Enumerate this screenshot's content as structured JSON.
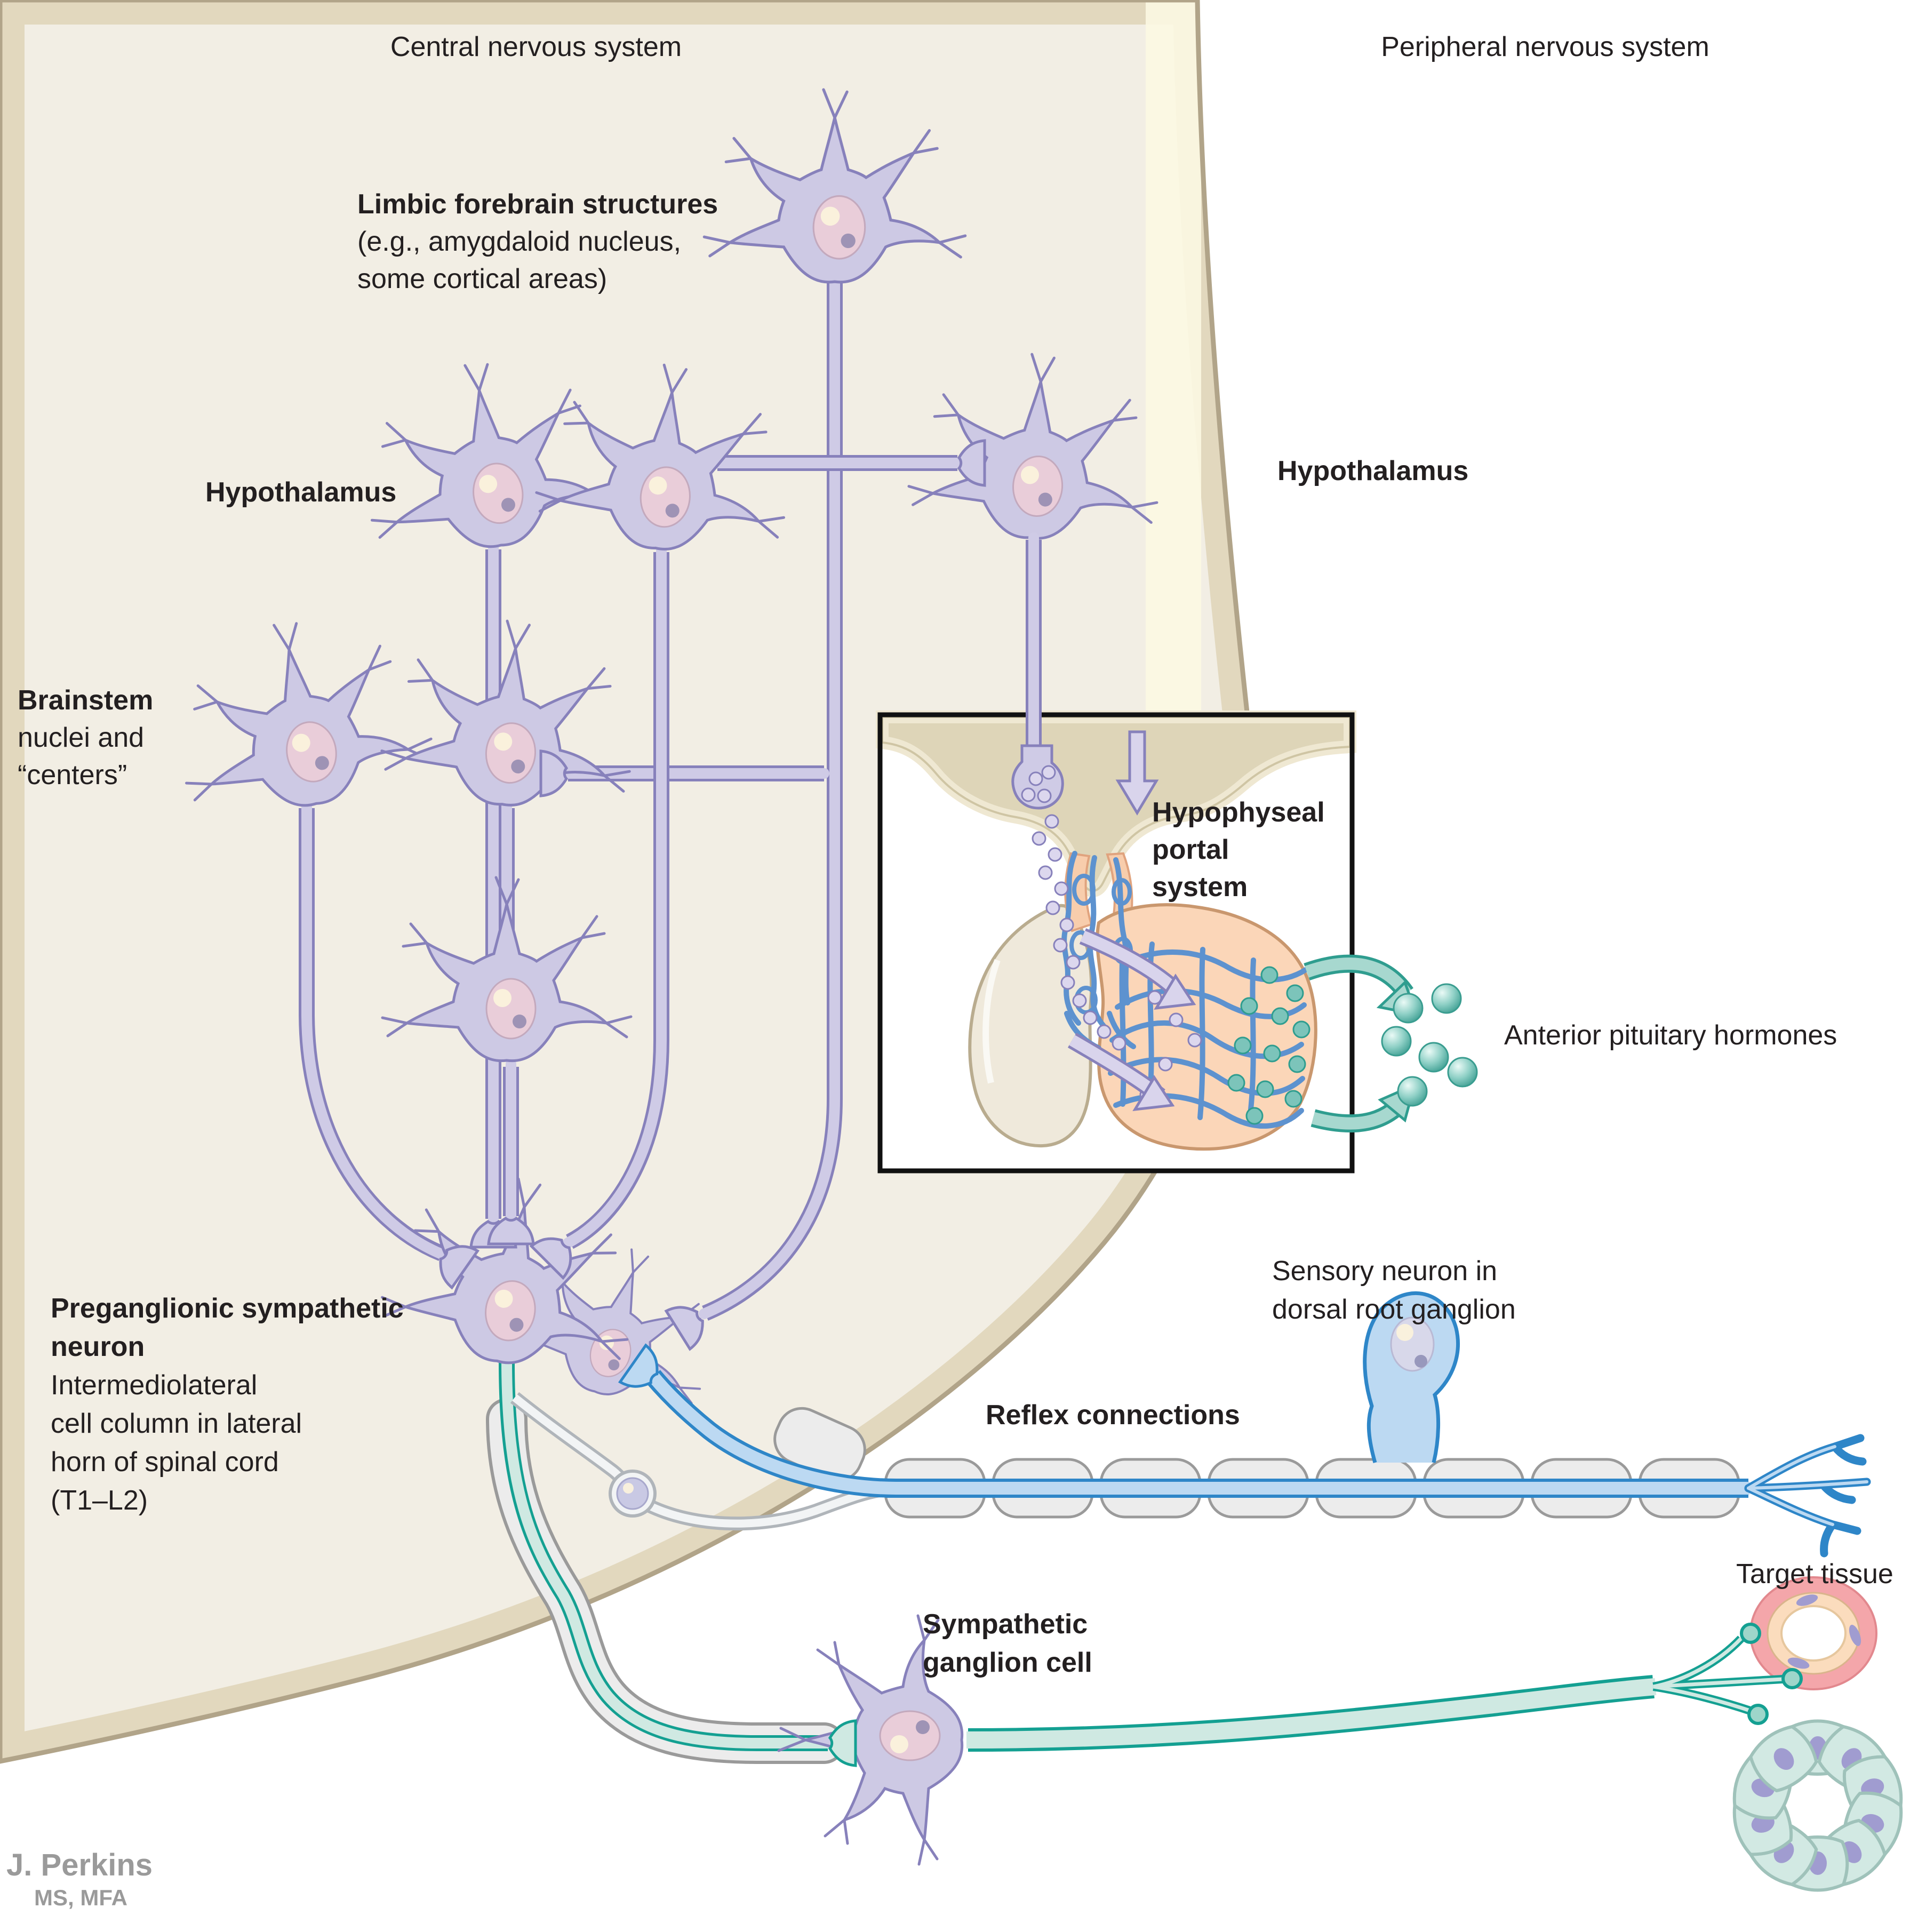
{
  "header": {
    "cns": "Central nervous system",
    "pns": "Peripheral nervous system"
  },
  "labels": {
    "limbic": [
      "Limbic forebrain structures",
      "(e.g., amygdaloid nucleus,",
      "some cortical areas)"
    ],
    "hypothalamus_left": "Hypothalamus",
    "hypothalamus_right": "Hypothalamus",
    "brainstem": [
      "Brainstem",
      "nuclei and",
      "“centers”"
    ],
    "hypophyseal": [
      "Hypophyseal",
      "portal",
      "system"
    ],
    "anterior_hormones": "Anterior pituitary hormones",
    "preganglionic": [
      "Preganglionic sympathetic",
      "neuron",
      "Intermediolateral",
      "cell column in lateral",
      "horn of spinal cord",
      "(T1–L2)"
    ],
    "sensory": [
      "Sensory neuron in",
      "dorsal root ganglion"
    ],
    "reflex": "Reflex connections",
    "ganglion": [
      "Sympathetic",
      "ganglion cell"
    ],
    "target": "Target tissue"
  },
  "credit": {
    "name": "J. Perkins",
    "degrees": "MS, MFA"
  },
  "colors": {
    "text": "#231f20",
    "credit": "#9a9a9a",
    "cns-fill": "#f2eee4",
    "cns-band": "#ddd2b4",
    "cns-edge": "#b1a489",
    "cns-strip": "#fcf8e2",
    "purple-soma": "#cdc9e4",
    "purple-stroke": "#8781bb",
    "purple-axon-fill": "#cfcbe6",
    "nucleus-pink": "#e9cdd9",
    "nucleus-hl": "#fbf2dc",
    "nucleolus": "#9e93b5",
    "teal-soma": "#aadcd2",
    "teal-stroke": "#14a092",
    "teal-axon-fill": "#cfe9e2",
    "blue-fill": "#bcd9f2",
    "blue-stroke": "#2e86c8",
    "myelin-fill": "#ececec",
    "myelin-stroke": "#9a9a9a",
    "gray-fiber-fill": "#f2f4f5",
    "gray-fiber-stroke": "#b0b5ba",
    "inset-tan": "#ded5b8",
    "inset-rim": "#efe8d2",
    "peach": "#fbd6b8",
    "peach-light": "#f8cdac",
    "posterior": "#efe9db",
    "posterior-stroke": "#b9ac8f",
    "vessel-blue": "#5d92cf",
    "hormone-teal": "#7cc4ba",
    "hormone-stroke": "#2f9d8f",
    "vesicle": "#dcd7ee",
    "arrow-lav": "#d9d4ec",
    "vessel-outer": "#f4a6aa",
    "vessel-mid": "#fbdcbd",
    "gland-cell": "#d2e9e3",
    "gland-stroke": "#9fc2ba",
    "tissue-nucleus": "#a09cd0"
  }
}
